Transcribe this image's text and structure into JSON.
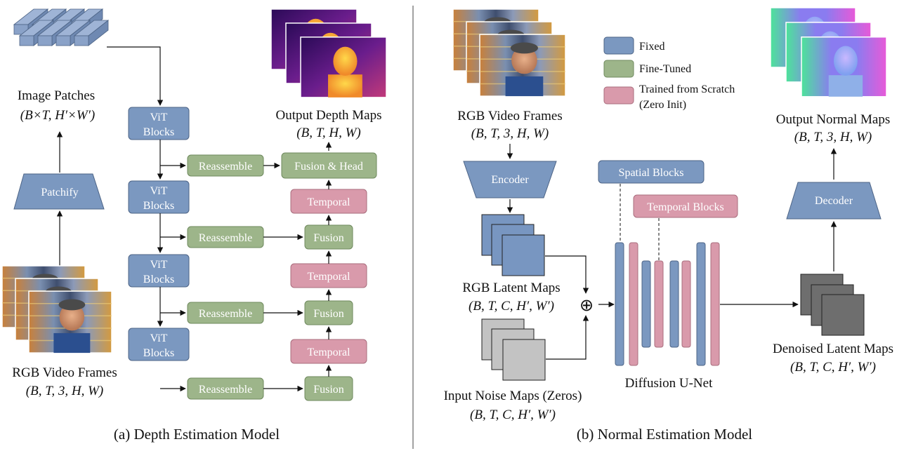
{
  "colors": {
    "fixed": "#7B98C0",
    "fine_tuned": "#9DB58A",
    "scratch": "#D99AAB",
    "latent": "#7896C1",
    "noise": "#C3C3C3",
    "denoised": "#6E6E6E"
  },
  "depth_model": {
    "caption": "(a) Depth Estimation Model",
    "image_patches_label": "Image Patches",
    "image_patches_shape": "(B×T, H′×W′)",
    "patchify": "Patchify",
    "rgb_frames_label": "RGB Video Frames",
    "rgb_frames_shape": "(B, T, 3, H, W)",
    "vit_blocks": [
      "ViT",
      "Blocks"
    ],
    "reassemble": "Reassemble",
    "fusion_head": "Fusion & Head",
    "fusion": "Fusion",
    "temporal": "Temporal",
    "output_label": "Output Depth Maps",
    "output_shape": "(B, T, H, W)"
  },
  "normal_model": {
    "caption": "(b) Normal Estimation Model",
    "rgb_frames_label": "RGB Video Frames",
    "rgb_frames_shape": "(B, T, 3, H, W)",
    "encoder": "Encoder",
    "decoder": "Decoder",
    "rgb_latent_label": "RGB Latent Maps",
    "rgb_latent_shape": "(B, T, C, H′, W′)",
    "noise_label": "Input Noise Maps (Zeros)",
    "noise_shape": "(B, T, C, H′, W′)",
    "add_symbol": "⊕",
    "spatial_blocks": "Spatial Blocks",
    "temporal_blocks": "Temporal Blocks",
    "unet_label": "Diffusion U-Net",
    "denoised_label": "Denoised Latent Maps",
    "denoised_shape": "(B, T, C, H′, W′)",
    "output_label": "Output Normal Maps",
    "output_shape": "(B, T, 3, H, W)"
  },
  "legend": {
    "fixed": "Fixed",
    "fine_tuned": "Fine-Tuned",
    "scratch_line1": "Trained from Scratch",
    "scratch_line2": "(Zero Init)"
  }
}
